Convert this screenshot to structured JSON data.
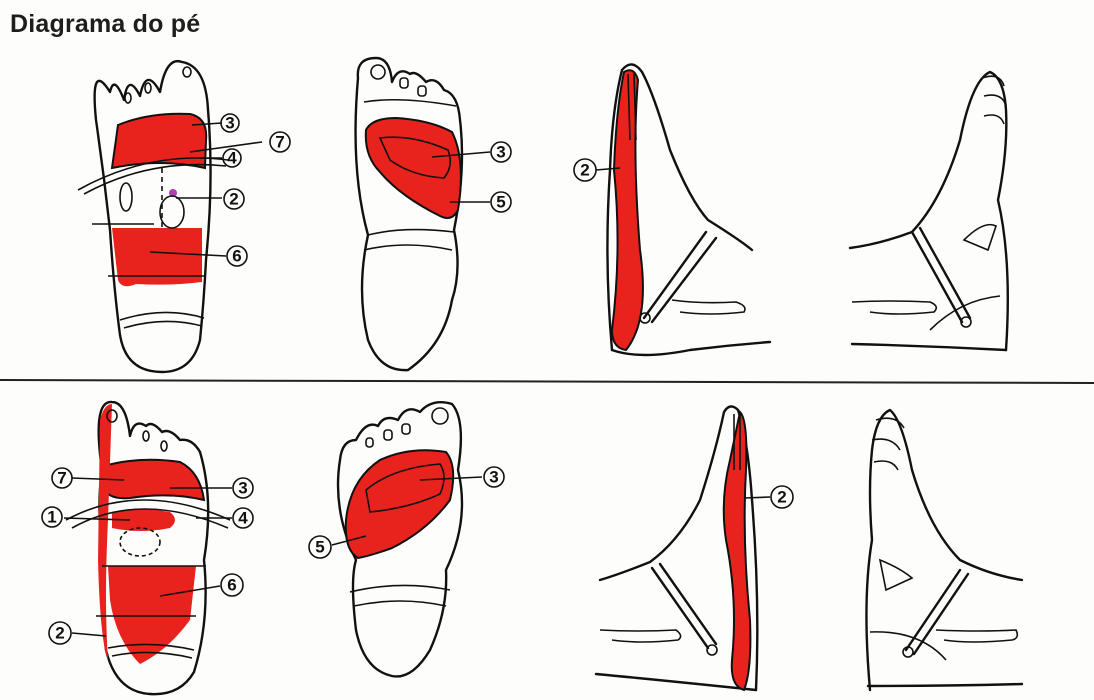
{
  "title": "Diagrama do pé",
  "colors": {
    "zone_red": "#e8231e",
    "ink": "#111111",
    "paper": "#fdfdfb"
  },
  "labels": {
    "top": {
      "sole_left": [
        "3",
        "7",
        "4",
        "2",
        "6"
      ],
      "sole_right": [
        "3",
        "5"
      ],
      "inner_side": [
        "2"
      ]
    },
    "bottom": {
      "sole_left": [
        "7",
        "3",
        "1",
        "4",
        "6",
        "2"
      ],
      "sole_right": [
        "3",
        "5"
      ],
      "inner_side": [
        "2"
      ]
    }
  }
}
